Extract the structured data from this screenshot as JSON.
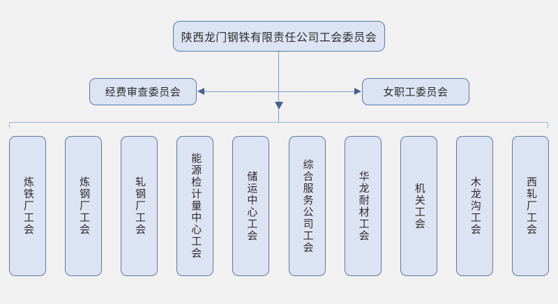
{
  "chart": {
    "type": "org-chart",
    "root": {
      "label": "陕西龙门钢铁有限责任公司工会委员会"
    },
    "committees": [
      {
        "label": "经费审查委员会",
        "position": "left"
      },
      {
        "label": "女职工委员会",
        "position": "right"
      }
    ],
    "unions": [
      {
        "label": "炼铁厂工会"
      },
      {
        "label": "炼钢厂工会"
      },
      {
        "label": "轧钢厂工会"
      },
      {
        "label": "能源检计量中心工会"
      },
      {
        "label": "储运中心工会"
      },
      {
        "label": "综合服务公司工会"
      },
      {
        "label": "华龙耐材工会"
      },
      {
        "label": "机关工会"
      },
      {
        "label": "木龙沟工会"
      },
      {
        "label": "西轧厂工会"
      }
    ],
    "colors": {
      "background": "#f1f1f1",
      "node_fill": "#dce3f2",
      "node_border": "#5b77a6",
      "connector": "#7f99c4",
      "arrow_head": "#456195",
      "bracket": "#9fb3d4",
      "text": "#2b2b2b"
    }
  }
}
